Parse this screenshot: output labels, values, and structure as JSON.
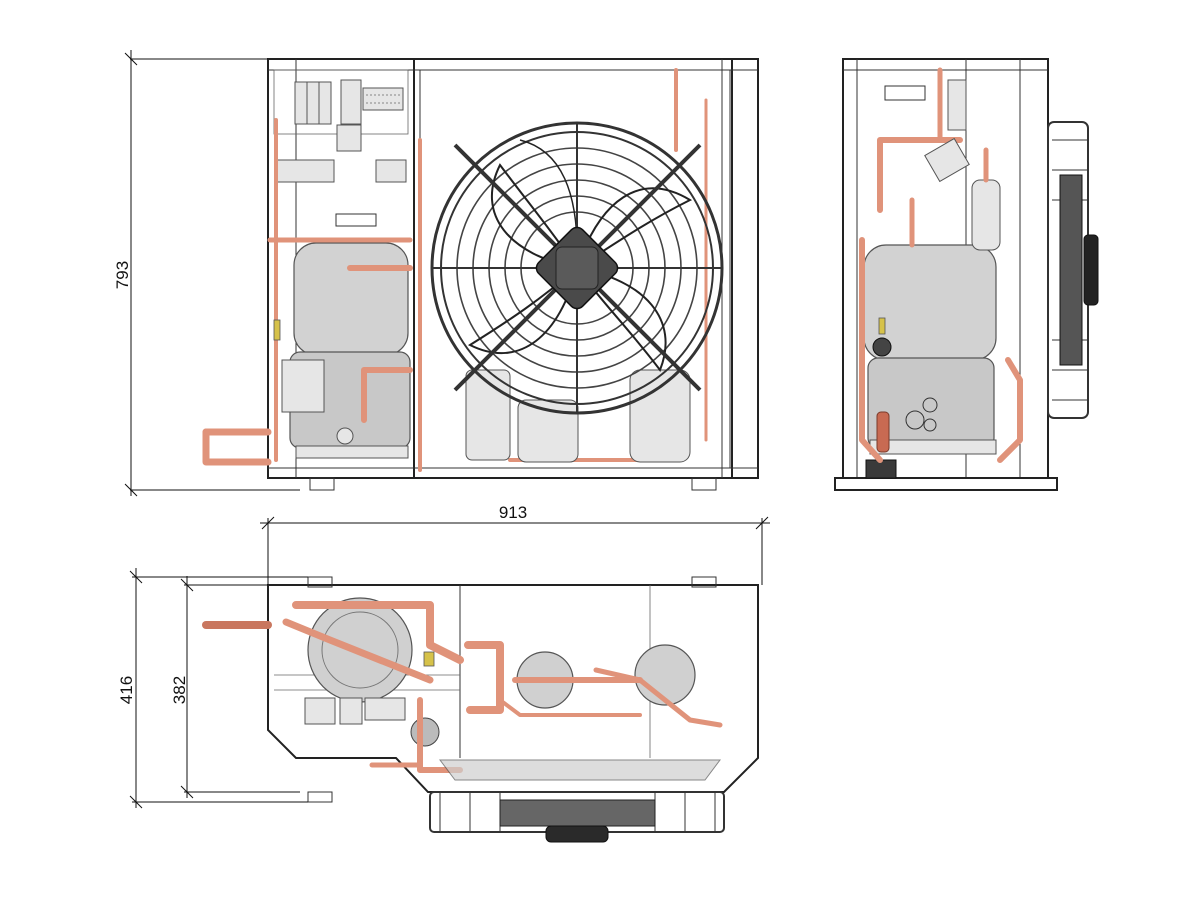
{
  "colors": {
    "outline": "#222222",
    "copper": "#e0937a",
    "copper_dark": "#b8604a",
    "compressor": "#cfcfcf",
    "fan": "#333333",
    "brass": "#d6c24a"
  },
  "dimensions": {
    "height": "793",
    "width": "913",
    "depth_outer": "416",
    "depth_inner": "382"
  }
}
